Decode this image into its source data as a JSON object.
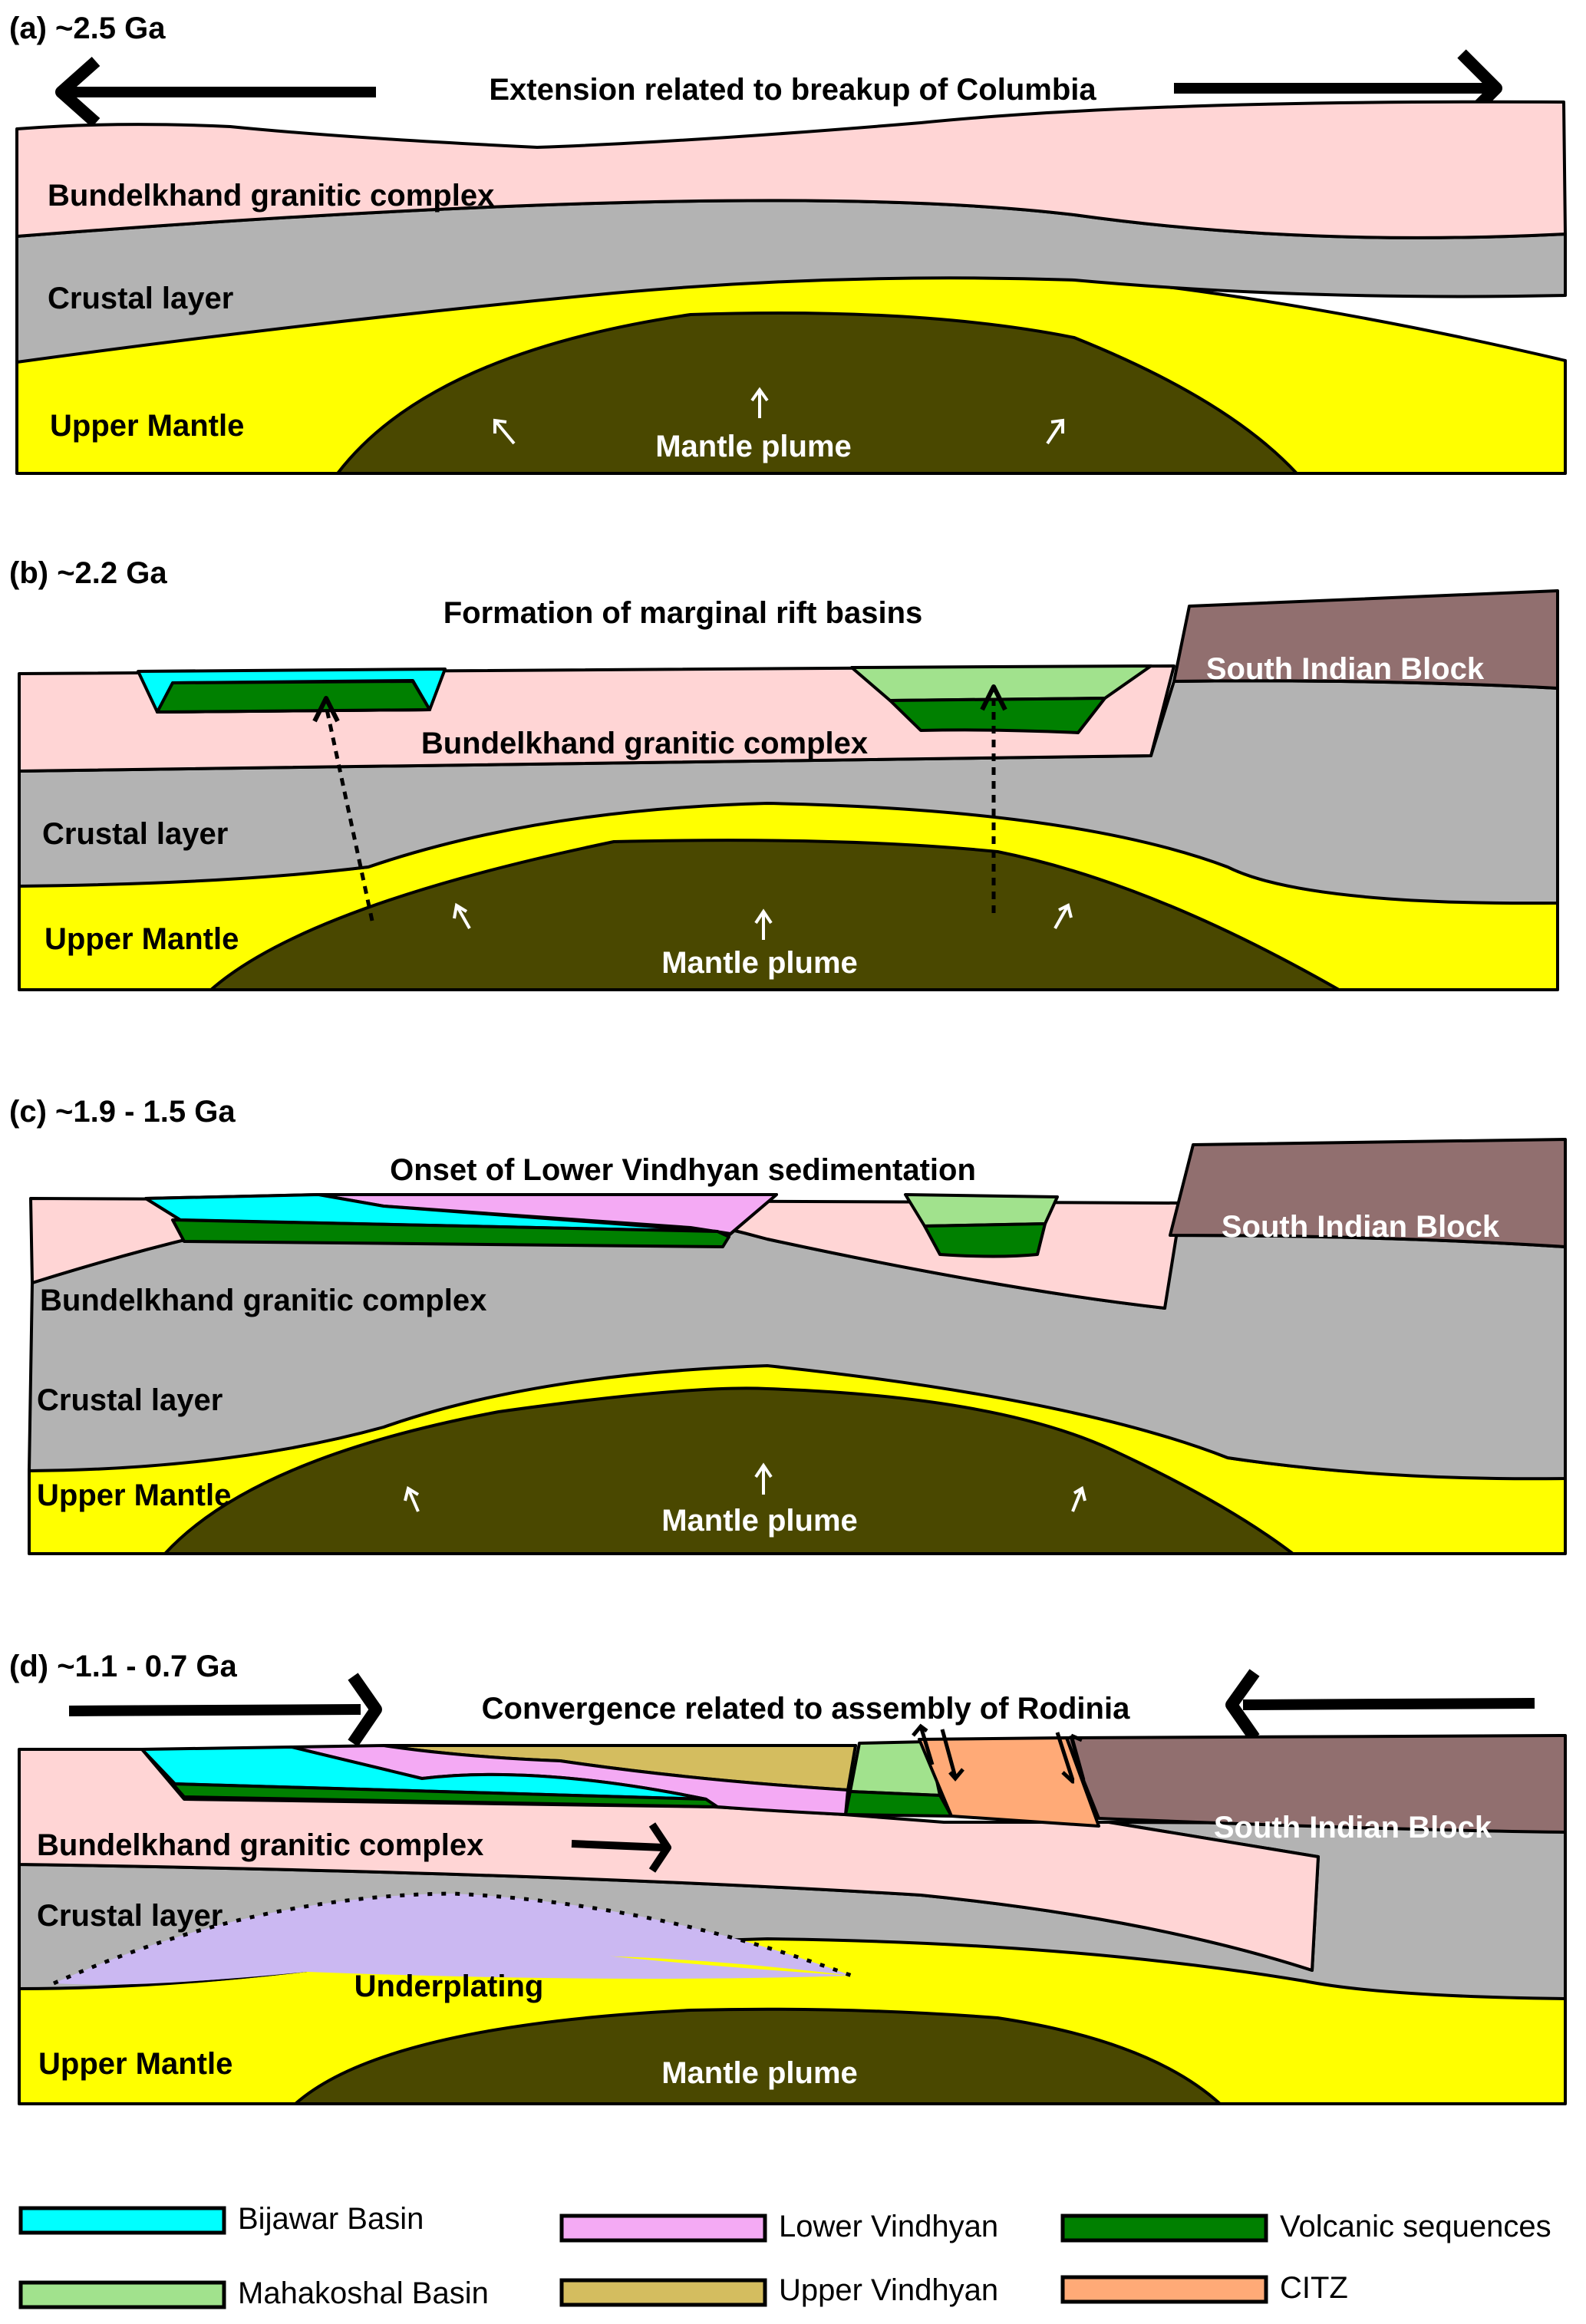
{
  "colors": {
    "granite": "#ffd5d5",
    "crust": "#b3b3b3",
    "mantle": "#ffff00",
    "plume": "#4a4800",
    "south_indian_block": "#916f6f",
    "bijawar": "#00ffff",
    "mahakoshal": "#a1e28d",
    "lower_vindhyan": "#f4aaf4",
    "upper_vindhyan": "#d4bd5f",
    "volcanic": "#008000",
    "citz": "#ffaa77",
    "underplating": "#cbb8f2"
  },
  "panels": [
    {
      "id": "a",
      "label": "(a) ~2.5 Ga",
      "caption": "Extension related to breakup of Columbia",
      "layers": {
        "granite": "Bundelkhand granitic complex",
        "crust": "Crustal layer",
        "mantle": "Upper Mantle",
        "plume": "Mantle plume"
      }
    },
    {
      "id": "b",
      "label": "(b) ~2.2 Ga",
      "caption": "Formation of marginal rift basins",
      "layers": {
        "granite": "Bundelkhand granitic complex",
        "crust": "Crustal layer",
        "mantle": "Upper Mantle",
        "plume": "Mantle plume",
        "block": "South Indian Block"
      }
    },
    {
      "id": "c",
      "label": "(c) ~1.9 - 1.5 Ga",
      "caption": "Onset of Lower Vindhyan sedimentation",
      "layers": {
        "granite": "Bundelkhand granitic complex",
        "crust": "Crustal layer",
        "mantle": "Upper Mantle",
        "plume": "Mantle plume",
        "block": "South Indian Block"
      }
    },
    {
      "id": "d",
      "label": "(d) ~1.1 - 0.7 Ga",
      "caption": "Convergence related to assembly of Rodinia",
      "layers": {
        "granite": "Bundelkhand granitic complex",
        "crust": "Crustal layer",
        "underplating": "Underplating",
        "mantle": "Upper Mantle",
        "plume": "Mantle plume",
        "block": "South Indian Block"
      }
    }
  ],
  "legend": [
    {
      "label": "Bijawar Basin",
      "color_key": "bijawar"
    },
    {
      "label": "Lower Vindhyan",
      "color_key": "lower_vindhyan"
    },
    {
      "label": "Volcanic sequences",
      "color_key": "volcanic"
    },
    {
      "label": "Mahakoshal Basin",
      "color_key": "mahakoshal"
    },
    {
      "label": "Upper Vindhyan",
      "color_key": "upper_vindhyan"
    },
    {
      "label": "CITZ",
      "color_key": "citz"
    }
  ]
}
